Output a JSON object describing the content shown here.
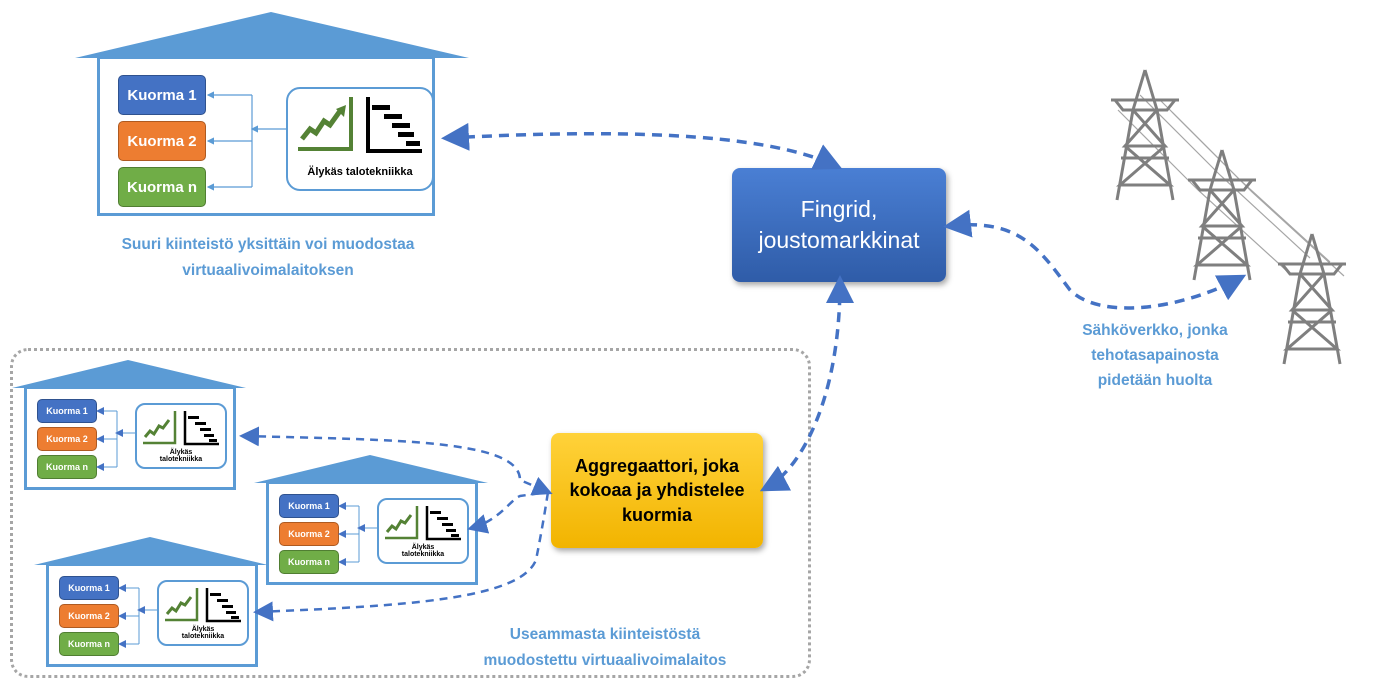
{
  "colors": {
    "accent_blue": "#5b9bd5",
    "load1": "#4472c4",
    "load2": "#ed7d31",
    "loadn": "#70ad47",
    "fingrid": "#2f5ca8",
    "aggregator": "#f2b400",
    "chart_green": "#548235"
  },
  "big_house": {
    "loads": [
      "Kuorma 1",
      "Kuorma 2",
      "Kuorma n"
    ],
    "controller_label": "Älykäs talotekniikka",
    "caption_line1": "Suuri kiinteistö yksittäin voi muodostaa",
    "caption_line2": "virtuaalivoimalaitoksen"
  },
  "small_houses": [
    {
      "loads": [
        "Kuorma 1",
        "Kuorma 2",
        "Kuorma n"
      ],
      "controller_line1": "Älykäs",
      "controller_line2": "talotekniikka"
    },
    {
      "loads": [
        "Kuorma 1",
        "Kuorma 2",
        "Kuorma n"
      ],
      "controller_line1": "Älykäs",
      "controller_line2": "talotekniikka"
    },
    {
      "loads": [
        "Kuorma 1",
        "Kuorma 2",
        "Kuorma n"
      ],
      "controller_line1": "Älykäs",
      "controller_line2": "talotekniikka"
    }
  ],
  "fingrid": {
    "line1": "Fingrid,",
    "line2": "joustomarkkinat"
  },
  "aggregator": {
    "line1": "Aggregaattori, joka",
    "line2": "kokoaa ja yhdistelee",
    "line3": "kuormia"
  },
  "group_caption": {
    "line1": "Useammasta kiinteistöstä",
    "line2": "muodostettu virtuaalivoimalaitos"
  },
  "grid_caption": {
    "line1": "Sähköverkko, jonka",
    "line2": "tehotasapainosta",
    "line3": "pidetään huolta"
  },
  "icons": [
    "trend-chart-icon",
    "gantt-schedule-icon",
    "power-pylon-icon"
  ]
}
